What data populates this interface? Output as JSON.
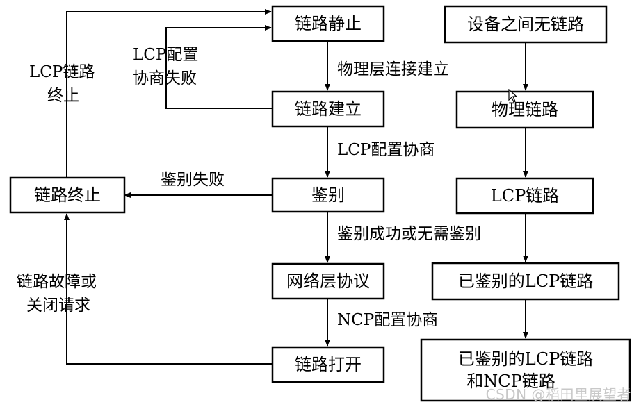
{
  "nodes": {
    "link_dead": "链路静止",
    "link_establish": "链路建立",
    "authenticate": "鉴别",
    "network_protocol": "网络层协议",
    "link_open": "链路打开",
    "link_terminate": "链路终止",
    "no_link": "设备之间无链路",
    "physical_link": "物理链路",
    "lcp_link": "LCP链路",
    "authenticated_lcp": "已鉴别的LCP链路",
    "final_line1": "已鉴别的LCP链路",
    "final_line2": "和NCP链路"
  },
  "edges": {
    "physical_established": "物理层连接建立",
    "lcp_negotiation": "LCP配置协商",
    "auth_success": "鉴别成功或无需鉴别",
    "ncp_negotiation": "NCP配置协商",
    "auth_failed": "鉴别失败",
    "lcp_fail_line1": "LCP配置",
    "lcp_fail_line2": "协商失败",
    "lcp_terminate_line1": "LCP链路",
    "lcp_terminate_line2": "终止",
    "fault_line1": "链路故障或",
    "fault_line2": "关闭请求"
  },
  "watermark": "CSDN @稻田里展望者"
}
